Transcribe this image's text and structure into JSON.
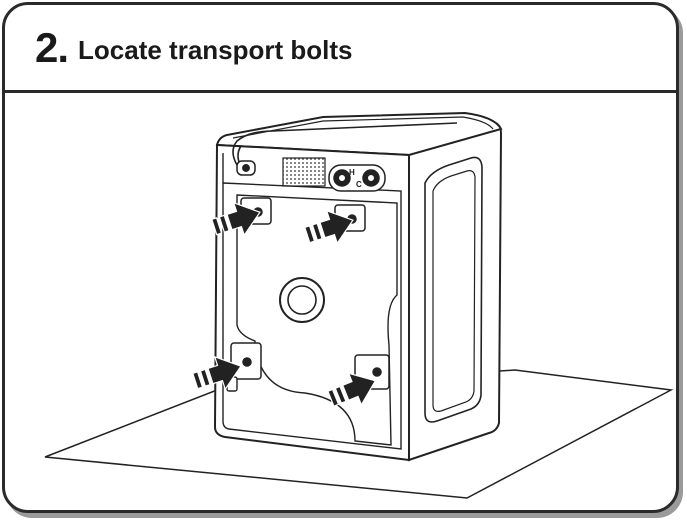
{
  "instruction": {
    "step_number": "2.",
    "title": "Locate transport bolts"
  },
  "illustration": {
    "subject": "washer-rear-view",
    "control_labels": [
      "H",
      "C"
    ],
    "arrow_count": 4
  }
}
